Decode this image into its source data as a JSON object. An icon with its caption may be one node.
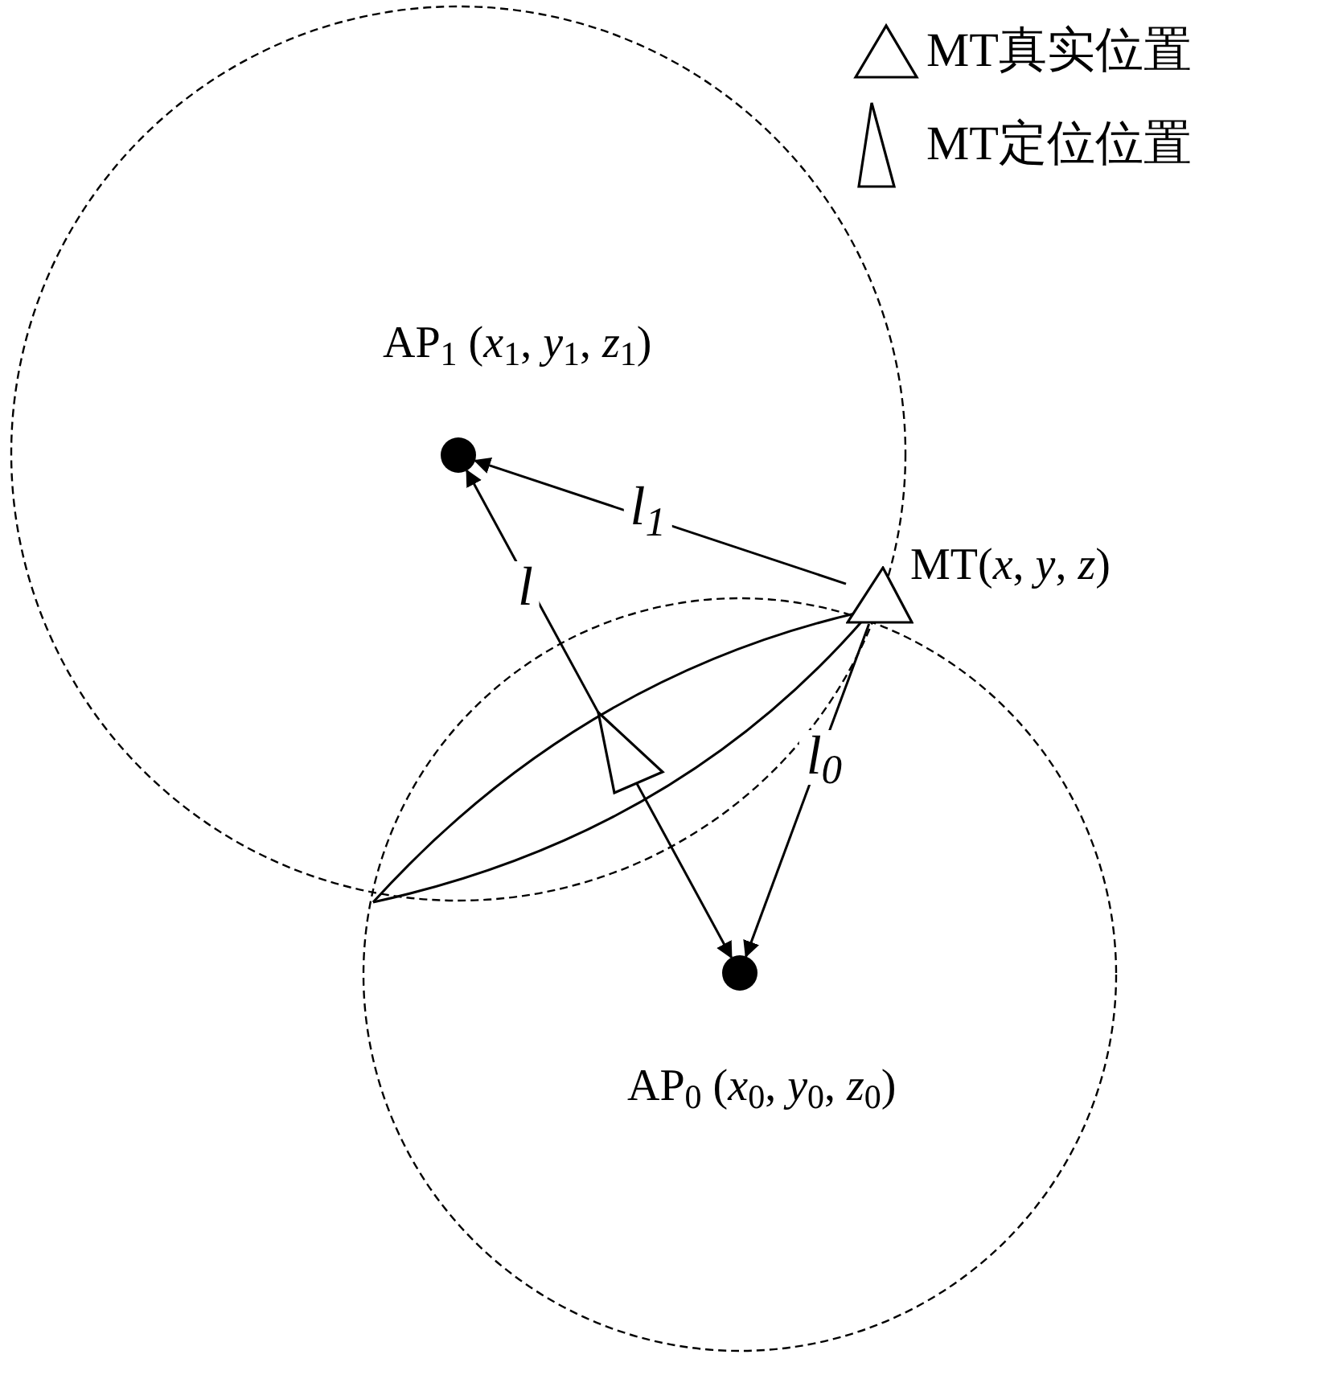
{
  "diagram": {
    "nodes": [
      {
        "text": [],
        "shape": "circle",
        "beside": [
          "AP$_{1}$ (*x*$_{1}$, *y*$_{1}$, *z*$_{1}$)"
        ]
      },
      {
        "text": [],
        "shape": "circle",
        "beside": [
          "AP$_{0}$ (*x*$_{0}$, *y*$_{0}$, *z*$_{0}$)"
        ]
      },
      {
        "text": [],
        "shape": "triangle",
        "beside": [
          "MT(*x*, *y*, *z*)"
        ]
      }
    ],
    "edges": [
      {
        "from": 0,
        "to": 1,
        "arrow": "both",
        "label": "l"
      },
      {
        "from": 2,
        "to": 0,
        "arrow": "to",
        "label": "l$_{1}$"
      },
      {
        "from": 2,
        "to": 1,
        "arrow": "to",
        "label": "l$_{0}$"
      }
    ],
    "legend": [
      {
        "text": "MT真实位置"
      },
      {
        "text": "MT定位位置"
      }
    ]
  }
}
